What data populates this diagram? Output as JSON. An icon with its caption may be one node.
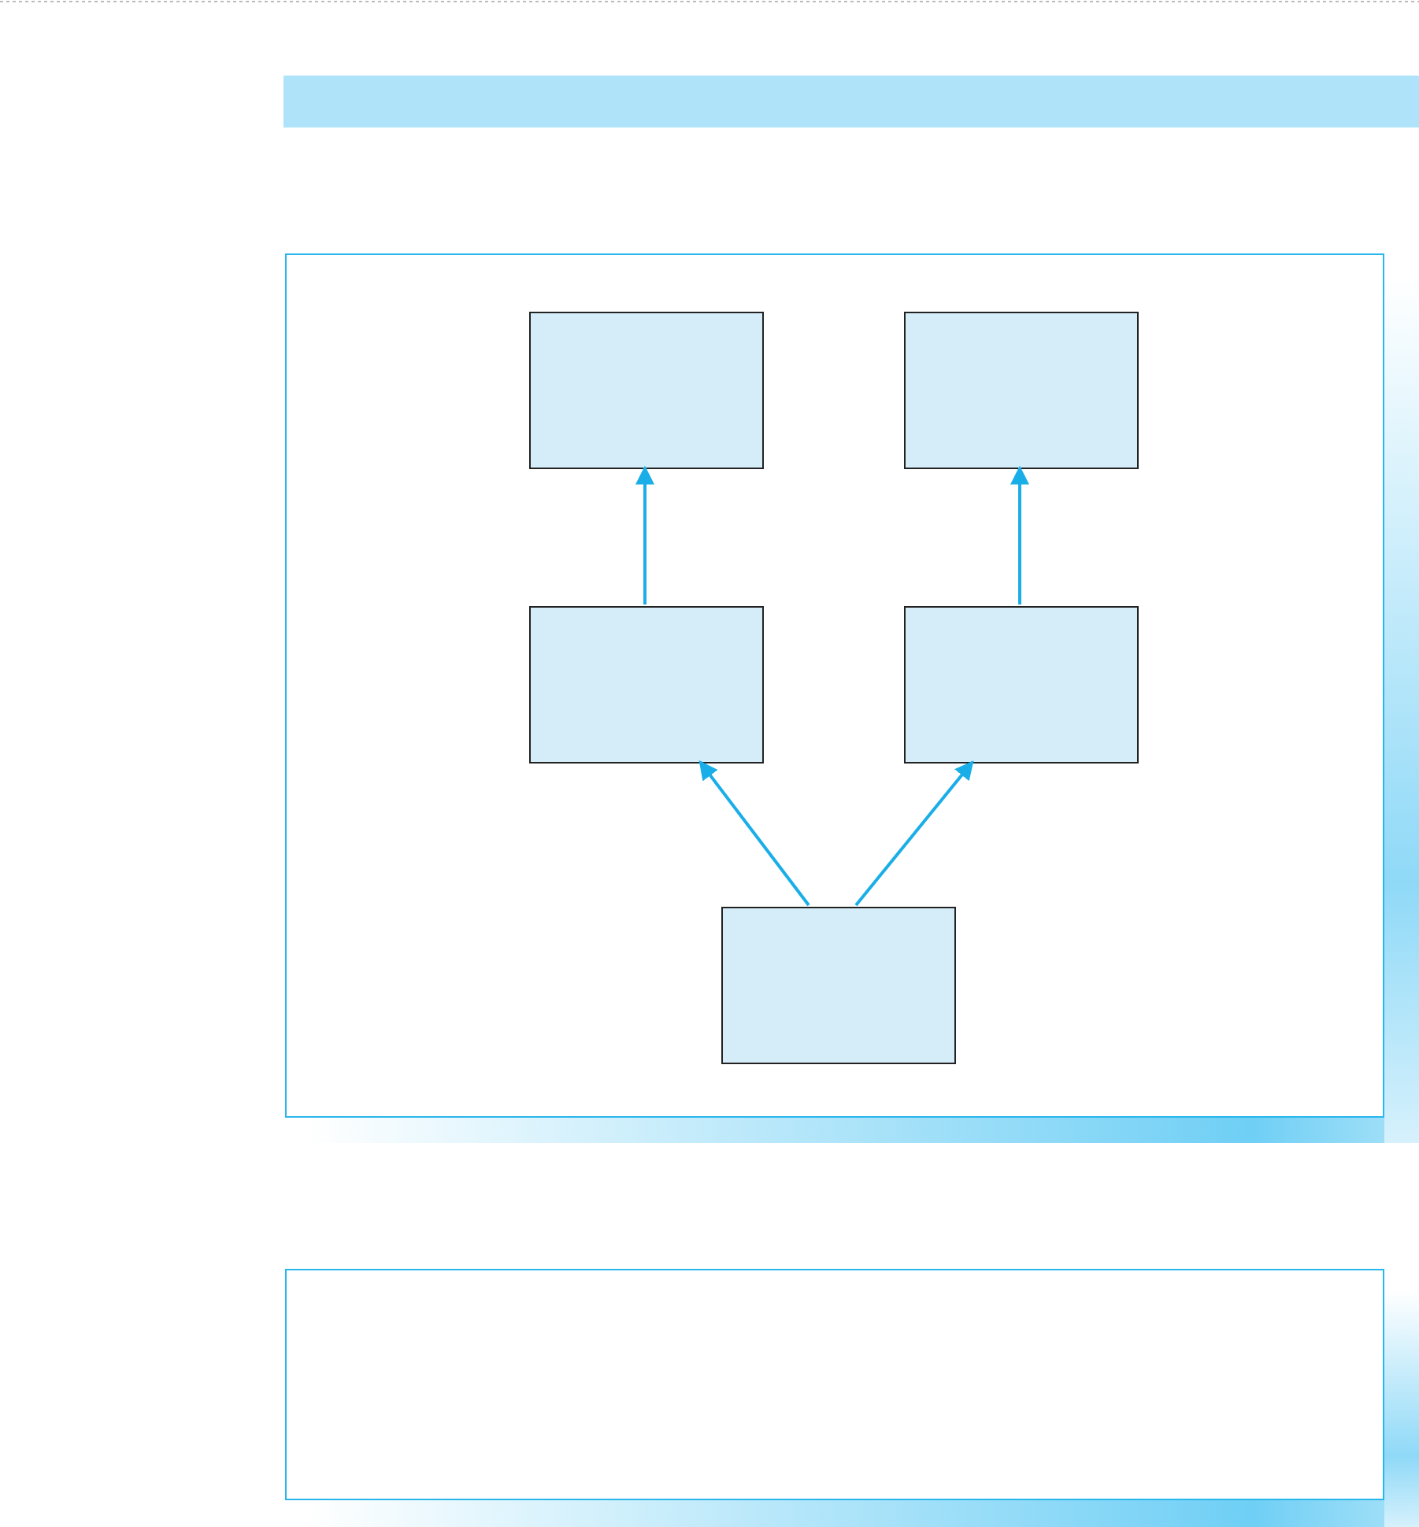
{
  "diagram": {
    "nodes": [
      {
        "text": [],
        "shape": "bar"
      },
      {
        "text": [],
        "shape": "box"
      },
      {
        "text": [],
        "shape": "box",
        "in": 1
      },
      {
        "text": [],
        "shape": "box",
        "in": 1
      },
      {
        "text": [],
        "shape": "box",
        "in": 1
      },
      {
        "text": [],
        "shape": "box",
        "in": 1
      },
      {
        "text": [],
        "shape": "box",
        "in": 1
      },
      {
        "text": [],
        "shape": "box"
      }
    ],
    "edges": [
      {
        "from": 4,
        "to": 2,
        "arrow": "to"
      },
      {
        "from": 5,
        "to": 3,
        "arrow": "to"
      },
      {
        "from": 6,
        "to": 4,
        "arrow": "to"
      },
      {
        "from": 6,
        "to": 5,
        "arrow": "to"
      }
    ]
  }
}
